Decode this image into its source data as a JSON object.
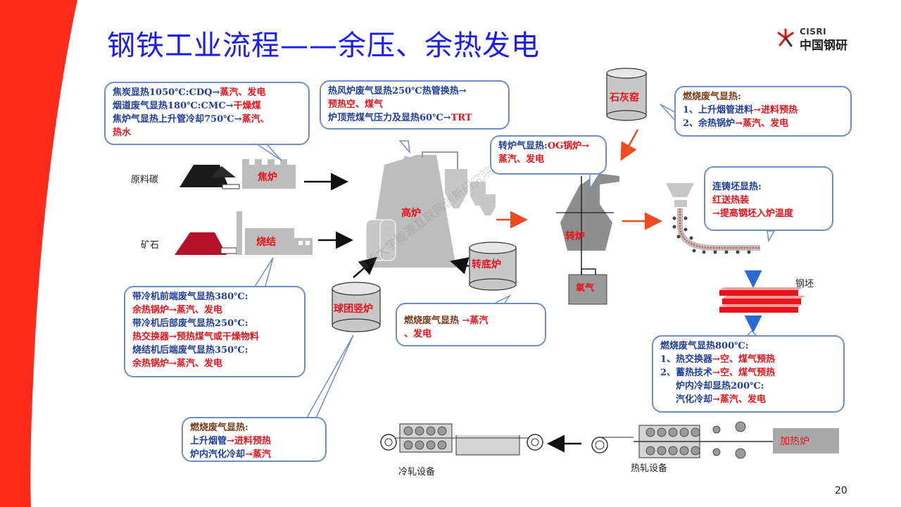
{
  "title": "钢铁工业流程——余压、余热发电",
  "logo": {
    "small": "CISRI",
    "name": "中国钢研"
  },
  "page_number": "20",
  "watermark": "清华大学能源互联网创新研究院",
  "labels": {
    "raw_coal": "原料碳",
    "ore": "矿石",
    "coke_oven": "焦炉",
    "sinter": "烧结",
    "blast_furnace": "高炉",
    "rotary_kiln": "转底炉",
    "pellet_furnace": "球团竖炉",
    "lime_kiln": "石灰窑",
    "converter": "转炉",
    "oxygen": "氧气",
    "billet": "钢坯",
    "heating_furnace": "加热炉",
    "cold_rolling": "冷轧设备",
    "hot_rolling": "热轧设备"
  },
  "callouts": {
    "coke": {
      "line1a": "焦炭显热1050℃:CDQ→",
      "line1b": "蒸汽、发电",
      "line2a": "烟道废气显热180℃:CMC→",
      "line2b": "干燥煤",
      "line3a": "焦炉气显热上升管冷却750℃→",
      "line3b": "蒸汽、",
      "line4": "热水"
    },
    "hot_blast": {
      "line1": "热风炉废气显热250℃热管换热→",
      "line2": "预热空、煤气",
      "line3a": "炉顶荒煤气压力及显热60℃→",
      "line3b": "TRT"
    },
    "converter": {
      "line1a": "转炉气显热:",
      "line1b": "OG锅炉→",
      "line2": "蒸汽、发电"
    },
    "lime": {
      "line1": "燃烧废气显热:",
      "line2a": "1、上升烟管进料",
      "line2b": "→进料预热",
      "line3a": "2、余热锅炉",
      "line3b": "→蒸汽、发电"
    },
    "casting": {
      "line1": "连铸坯显热:",
      "line2": "红送热装",
      "line3": "→提高钢坯入炉温度"
    },
    "sinter": {
      "line1": "带冷机前端废气显热380℃:",
      "line2": "余热锅炉→蒸汽、发电",
      "line3": "带冷机后部废气显热250℃:",
      "line4": "热交换器→预热煤气或干燥物料",
      "line5": "烧结机后端废气显热350℃:",
      "line6": "余热锅炉→蒸汽、发电"
    },
    "rotary": {
      "line1a": "燃烧废气显热 ",
      "line1b": "→蒸汽",
      "line2": "、发电"
    },
    "pellet": {
      "line1": "燃烧废气显热:",
      "line2a": "上升烟管",
      "line2b": "→进料预热",
      "line3a": "炉内汽化冷却",
      "line3b": "→蒸汽"
    },
    "heating": {
      "line1": "燃烧废气显热800℃:",
      "line2a": "1、热交换器",
      "line2b": "→空、煤气预热",
      "line3a": "2、蓄热技术",
      "line3b": "→空、煤气预热",
      "line4": "炉内冷却显热200℃:",
      "line5a": "汽化冷却",
      "line5b": "→蒸汽、发电"
    }
  },
  "colors": {
    "title": "#1a1aff",
    "accent_red": "#e8131b",
    "text_blue": "#1f3f9f",
    "callout_border": "#6f8fc9",
    "equipment_gray": "#bdbdbd"
  }
}
